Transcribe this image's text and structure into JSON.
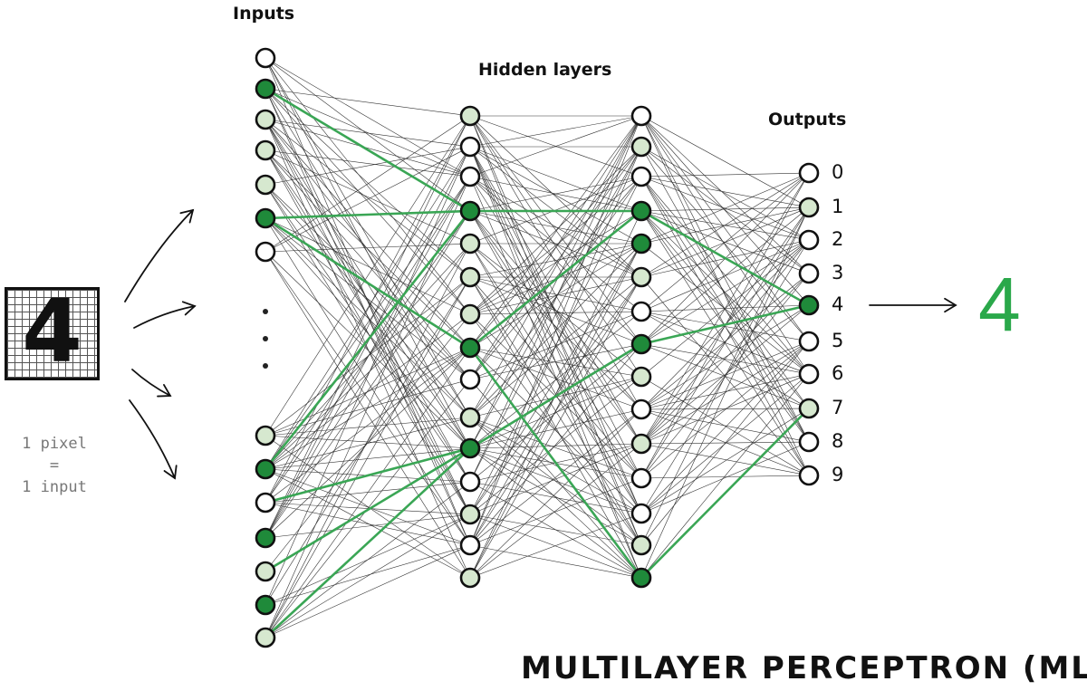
{
  "labels": {
    "inputs": "Inputs",
    "hidden_layers": "Hidden layers",
    "outputs": "Outputs"
  },
  "input_digit": "4",
  "note": {
    "line1": "1 pixel",
    "line2": "=",
    "line3": "1 input"
  },
  "output_numbers": [
    "0",
    "1",
    "2",
    "3",
    "4",
    "5",
    "6",
    "7",
    "8",
    "9"
  ],
  "result": "4",
  "title": "MULTILAYER PERCEPTRON (MLP)",
  "colors": {
    "active": "#1f8a3a",
    "partial": "#d6e8cf",
    "inactive": "#ffffff",
    "highlight": "#3aa655",
    "edge": "#333333",
    "result": "#2aa84a"
  },
  "network": {
    "input_states": [
      0,
      2,
      1,
      1,
      1,
      2,
      0,
      1,
      2,
      0,
      2,
      1,
      2,
      1
    ],
    "hidden1_states": [
      1,
      0,
      0,
      2,
      1,
      1,
      1,
      2,
      0,
      1,
      2,
      0,
      1,
      0,
      1
    ],
    "hidden2_states": [
      0,
      1,
      0,
      2,
      2,
      1,
      0,
      2,
      1,
      0,
      1,
      0,
      0,
      1,
      2
    ],
    "output_states": [
      0,
      1,
      0,
      0,
      2,
      0,
      0,
      1,
      0,
      0
    ],
    "highlighted_paths": [
      [
        "input",
        1,
        "hidden1",
        3
      ],
      [
        "input",
        5,
        "hidden1",
        3
      ],
      [
        "input",
        5,
        "hidden1",
        7
      ],
      [
        "input",
        8,
        "hidden1",
        3
      ],
      [
        "input",
        9,
        "hidden1",
        10
      ],
      [
        "input",
        11,
        "hidden1",
        10
      ],
      [
        "input",
        13,
        "hidden1",
        10
      ],
      [
        "hidden1",
        3,
        "hidden2",
        3
      ],
      [
        "hidden1",
        7,
        "hidden2",
        3
      ],
      [
        "hidden1",
        10,
        "hidden2",
        7
      ],
      [
        "hidden1",
        7,
        "hidden2",
        14
      ],
      [
        "hidden2",
        3,
        "output",
        4
      ],
      [
        "hidden2",
        7,
        "output",
        4
      ],
      [
        "hidden2",
        14,
        "output",
        7
      ]
    ]
  }
}
